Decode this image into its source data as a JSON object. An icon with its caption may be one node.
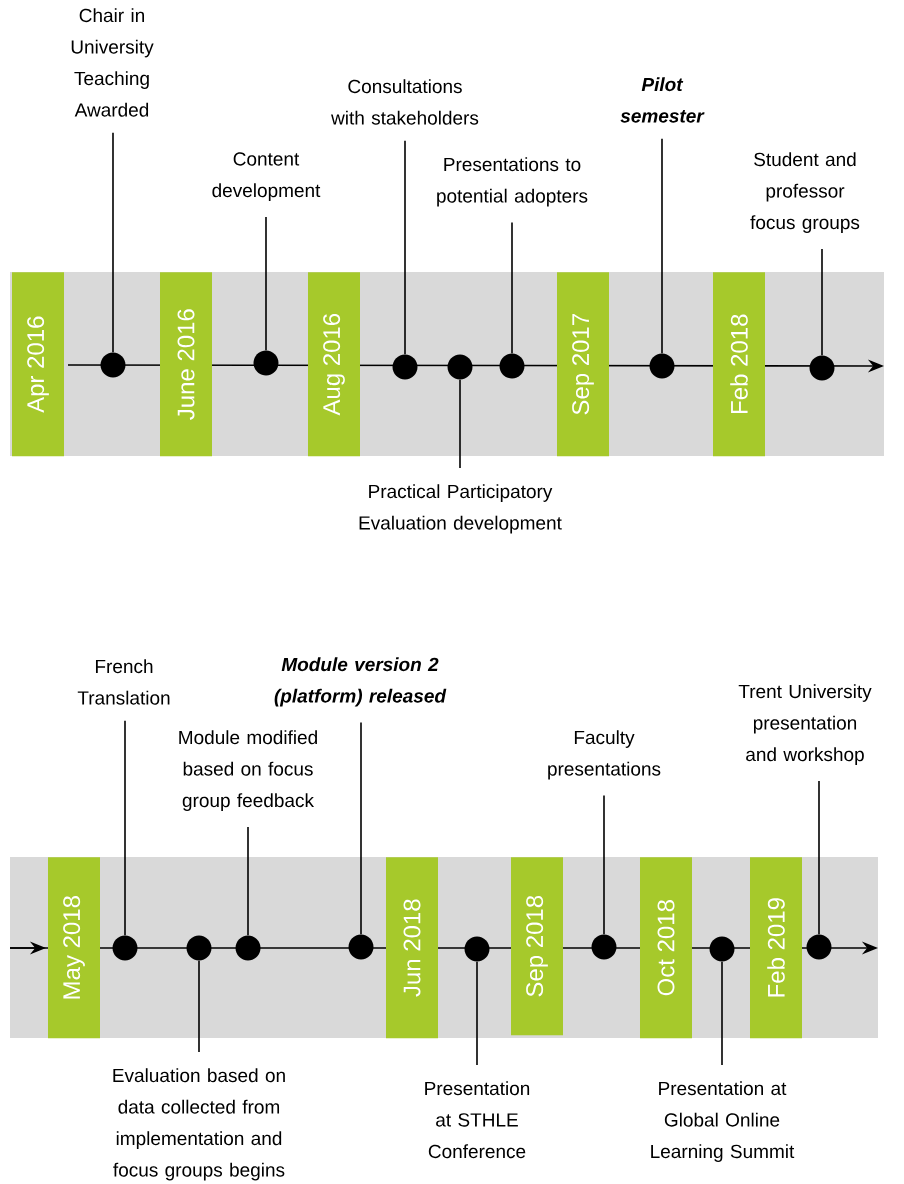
{
  "diagram": {
    "nodes": [
      {
        "text": [
          "Chair in University Teaching Awarded"
        ]
      },
      {
        "text": [
          "Content development"
        ]
      },
      {
        "text": [
          "Consultations with stakeholders"
        ]
      },
      {
        "text": [
          "Presentations to potential adopters"
        ]
      },
      {
        "text": [
          "Pilot semester"
        ]
      },
      {
        "text": [
          "Student and professor focus groups"
        ]
      },
      {
        "text": [
          "Apr 2016"
        ]
      },
      {
        "text": [
          "June 2016"
        ]
      },
      {
        "text": [
          "Aug 2016"
        ]
      },
      {
        "text": [
          "Sep 2017"
        ]
      },
      {
        "text": [
          "Feb 2018"
        ]
      },
      {
        "text": [],
        "shape": "circle"
      },
      {
        "text": [],
        "shape": "circle"
      },
      {
        "text": [],
        "shape": "circle"
      },
      {
        "text": [],
        "shape": "circle"
      },
      {
        "text": [],
        "shape": "circle"
      },
      {
        "text": [],
        "shape": "circle"
      },
      {
        "text": [],
        "shape": "circle"
      },
      {
        "text": [
          "Practical Participatory Evaluation development"
        ]
      },
      {
        "text": [
          "French Translation"
        ]
      },
      {
        "text": [
          "Module version 2 (platform) released"
        ]
      },
      {
        "text": [
          "Module modified based on focus group feedback"
        ]
      },
      {
        "text": [
          "Faculty presentations"
        ]
      },
      {
        "text": [
          "Trent University presentation and workshop"
        ]
      },
      {
        "text": [
          "May 2018"
        ]
      },
      {
        "text": [
          "Jun 2018"
        ]
      },
      {
        "text": [
          "Sep 2018"
        ]
      },
      {
        "text": [
          "Oct 2018"
        ]
      },
      {
        "text": [
          "Feb 2019"
        ]
      },
      {
        "text": [],
        "shape": "circle"
      },
      {
        "text": [],
        "shape": "circle"
      },
      {
        "text": [],
        "shape": "circle"
      },
      {
        "text": [],
        "shape": "circle"
      },
      {
        "text": [],
        "shape": "circle"
      },
      {
        "text": [],
        "shape": "circle"
      },
      {
        "text": [],
        "shape": "circle"
      },
      {
        "text": [],
        "shape": "circle"
      },
      {
        "text": [
          "Evaluation based on data collected from implementation and focus groups begins"
        ]
      },
      {
        "text": [
          "Presentation at STHLE Conference"
        ]
      },
      {
        "text": [
          "Presentation at Global Online Learning Summit"
        ]
      }
    ],
    "edges": [
      {
        "from": 0,
        "to": 11,
        "arrow": "none"
      },
      {
        "from": 1,
        "to": 12,
        "arrow": "none"
      },
      {
        "from": 2,
        "to": 13,
        "arrow": "none"
      },
      {
        "from": 3,
        "to": 15,
        "arrow": "none"
      },
      {
        "from": 4,
        "to": 16,
        "arrow": "none"
      },
      {
        "from": 5,
        "to": 17,
        "arrow": "none"
      },
      {
        "from": 18,
        "to": 14,
        "arrow": "none"
      },
      {
        "from": 19,
        "to": 29,
        "arrow": "none"
      },
      {
        "from": 20,
        "to": 32,
        "arrow": "none"
      },
      {
        "from": 21,
        "to": 31,
        "arrow": "none"
      },
      {
        "from": 22,
        "to": 34,
        "arrow": "none"
      },
      {
        "from": 23,
        "to": 36,
        "arrow": "none"
      },
      {
        "from": 37,
        "to": 30,
        "arrow": "none"
      },
      {
        "from": 38,
        "to": 33,
        "arrow": "none"
      },
      {
        "from": 39,
        "to": 35,
        "arrow": "none"
      }
    ]
  }
}
